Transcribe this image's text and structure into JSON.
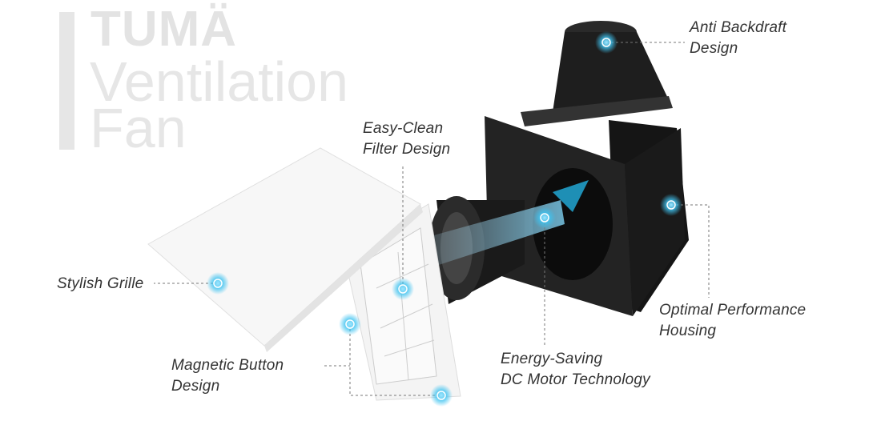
{
  "title": {
    "brand": "TUMÄ",
    "line2": "Ventilation",
    "line3": "Fan"
  },
  "features": [
    {
      "lines": [
        "Anti Backdraft",
        "Design"
      ]
    },
    {
      "lines": [
        "Easy-Clean",
        "Filter Design"
      ]
    },
    {
      "lines": [
        "Stylish Grille"
      ]
    },
    {
      "lines": [
        "Optimal Performance",
        "Housing"
      ]
    },
    {
      "lines": [
        "Magnetic Button",
        "Design"
      ]
    },
    {
      "lines": [
        "Energy-Saving",
        "DC Motor Technology"
      ]
    }
  ],
  "colors": {
    "hotspot": "#3fc3f0",
    "accent": "#1e8fb5",
    "product": "#1c1c1c"
  }
}
